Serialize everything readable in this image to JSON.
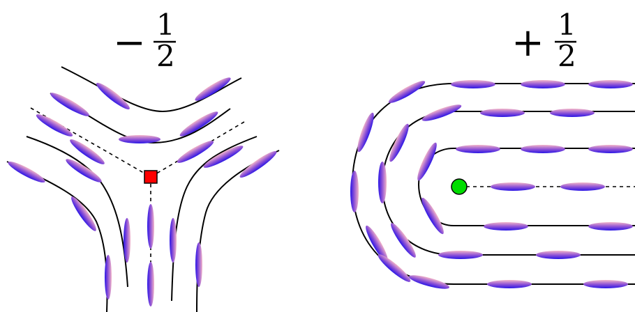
{
  "defects": {
    "minus_half": {
      "sign": "−",
      "numerator": "1",
      "denominator": "2",
      "marker_color": "#ff0000"
    },
    "plus_half": {
      "sign": "+",
      "numerator": "1",
      "denominator": "2",
      "marker_color": "#00dd00"
    }
  },
  "colors": {
    "line": "#000000",
    "ellipse_dark": "#2a16e6",
    "ellipse_mid": "#8a4fd6",
    "ellipse_light": "#f3b4c8"
  }
}
